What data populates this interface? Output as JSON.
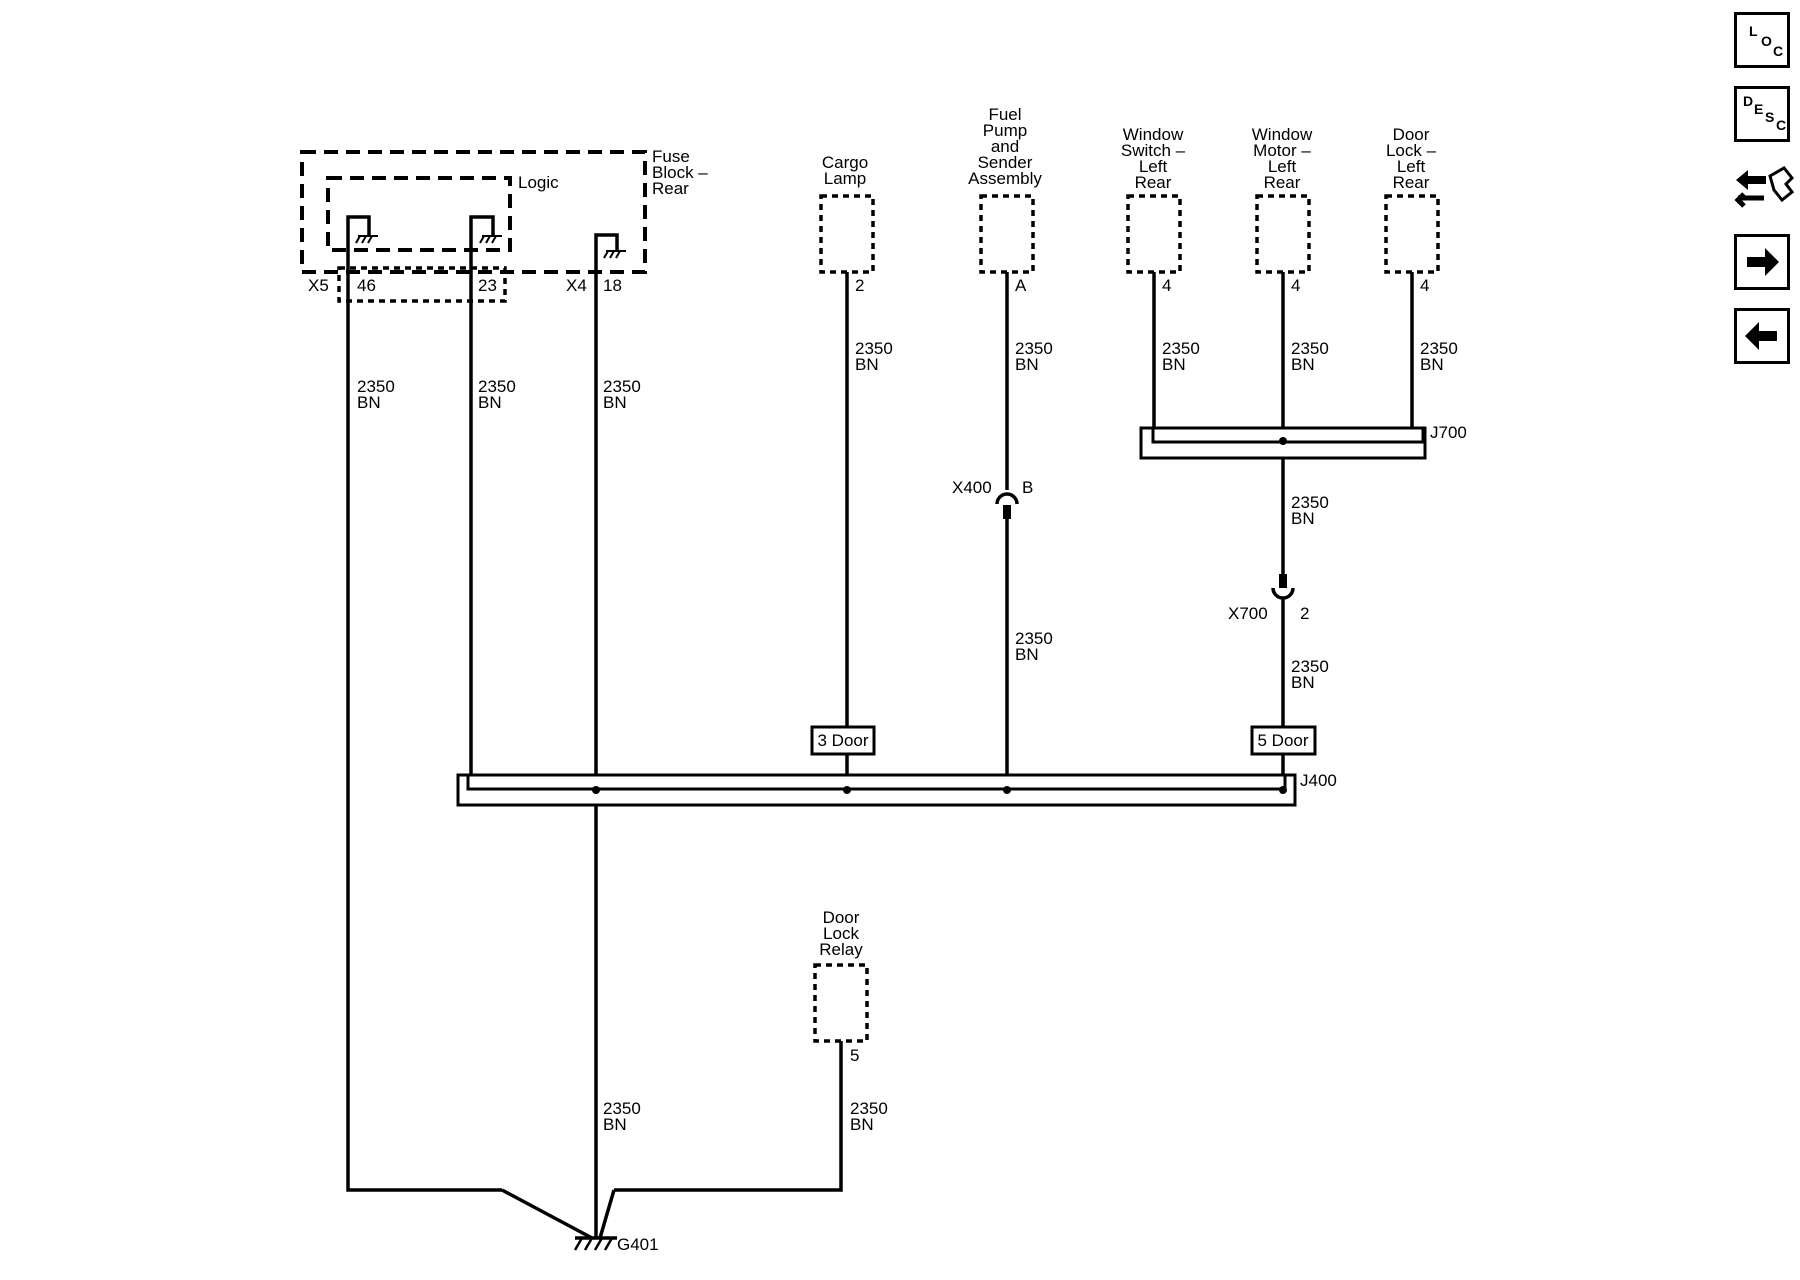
{
  "components": {
    "fuse_block": "Fuse\nBlock –\nRear",
    "logic": "Logic",
    "cargo_lamp": "Cargo\nLamp",
    "fuel_pump": "Fuel\nPump\nand\nSender\nAssembly",
    "window_switch": "Window\nSwitch –\nLeft\nRear",
    "window_motor": "Window\nMotor –\nLeft\nRear",
    "door_lock": "Door\nLock –\nLeft\nRear",
    "door_lock_relay": "Door\nLock\nRelay"
  },
  "connectors": {
    "x5": "X5",
    "x4": "X4",
    "x400": "X400",
    "x400_pin": "B",
    "x700": "X700",
    "x700_pin": "2"
  },
  "pins": {
    "p46": "46",
    "p23": "23",
    "p18": "18",
    "cargo": "2",
    "fuel": "A",
    "wswitch": "4",
    "wmotor": "4",
    "dlock": "4",
    "relay": "5"
  },
  "wire_label": {
    "circuit": "2350",
    "color": "BN"
  },
  "splices": {
    "j700": "J700",
    "j400": "J400"
  },
  "options": {
    "three_door": "3 Door",
    "five_door": "5 Door"
  },
  "ground": "G401",
  "nav": {
    "loc": {
      "l1": "L",
      "l2": "O",
      "l3": "C"
    },
    "desc": {
      "l1": "D",
      "l2": "E",
      "l3": "S",
      "l4": "C"
    }
  }
}
